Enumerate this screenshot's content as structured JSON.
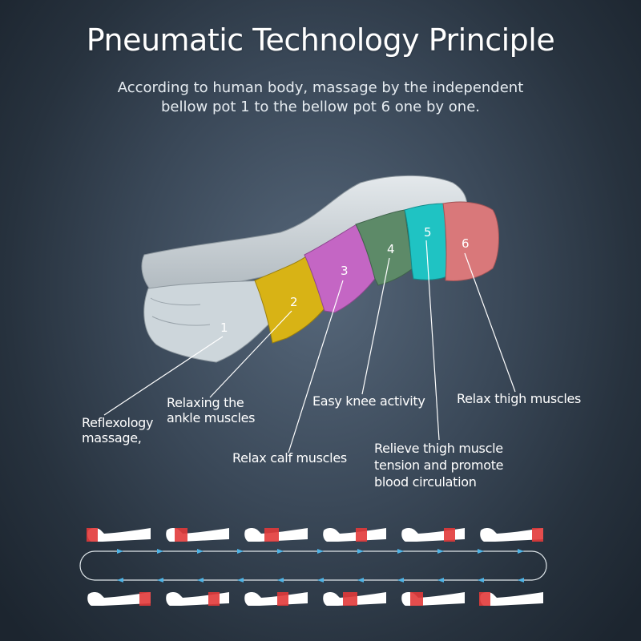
{
  "title": "Pneumatic Technology Principle",
  "subtitle": {
    "line1": "According to human body, massage by the independent",
    "line2": "bellow pot 1 to the bellow pot 6 one by one."
  },
  "pots": [
    {
      "number": "1",
      "color": "#cfd9de",
      "lines": [
        "Reflexology",
        "massage,"
      ]
    },
    {
      "number": "2",
      "color": "#d8b315",
      "lines": [
        "Relaxing the",
        "ankle muscles"
      ]
    },
    {
      "number": "3",
      "color": "#c466c4",
      "lines": [
        "Relax calf muscles"
      ]
    },
    {
      "number": "4",
      "color": "#5d8a68",
      "lines": [
        "Easy knee activity"
      ]
    },
    {
      "number": "5",
      "color": "#1fc3c3",
      "lines": [
        "Relieve thigh muscle",
        "tension and promote",
        "blood circulation"
      ]
    },
    {
      "number": "6",
      "color": "#d9787a",
      "lines": [
        "Relax thigh muscles"
      ]
    }
  ],
  "colors": {
    "sleeve": "#c9d0d4",
    "sleeve_shadow": "#9aa4ab",
    "highlight": "#e23a3a",
    "flow_arrow": "#4fb4e6"
  }
}
